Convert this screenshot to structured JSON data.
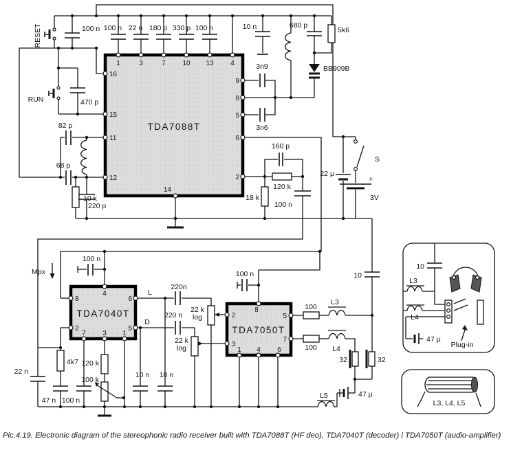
{
  "caption": "Pic.4.19. Electronic diagram of the stereophonic radio receiver built with TDA7088T (HF deo), TDA7040T (decoder) i TDA7050T (audio-amplifier)",
  "colors": {
    "wire": "#111111",
    "chip_fill": "#dcdcdc"
  },
  "chips": {
    "u1": {
      "name": "TDA7088T",
      "pins": {
        "t1": "1",
        "t3": "3",
        "t7": "7",
        "t10": "10",
        "t13": "13",
        "t4": "4",
        "l16": "16",
        "l15": "15",
        "l11": "11",
        "l12": "12",
        "r9": "9",
        "r8": "8",
        "r5": "5",
        "r6": "6",
        "r2": "2",
        "b14": "14"
      }
    },
    "u2": {
      "name": "TDA7040T",
      "pins": {
        "p4": "4",
        "p8": "8",
        "p2": "2",
        "p7": "7",
        "p3": "3",
        "p1": "1",
        "p6": "6",
        "p5": "5"
      }
    },
    "u3": {
      "name": "TDA7050T",
      "pins": {
        "p8": "8",
        "p2": "2",
        "p3": "3",
        "p1": "1",
        "p4": "4",
        "p6": "6",
        "p5": "5",
        "p7": "7"
      }
    }
  },
  "labels": {
    "reset_btn": "RESET",
    "run_btn": "RUN",
    "reset_cap": "100 n",
    "run_cap": "470 p",
    "c_pin1": "100 n",
    "c_pin3": "22 n",
    "c_pin7": "180 p",
    "c_pin10": "330 p",
    "c_pin13": "100 n",
    "c_osc": "10 n",
    "c_680": "680 p",
    "r_tune": "5k6",
    "varicap": "BB909B",
    "c_3n9": "3n9",
    "c_3n6": "3n6",
    "c_82": "82 p",
    "c_68": "68 p",
    "r_10k": "10 k",
    "c_220p": "220 p",
    "c_160": "160 p",
    "r_120k": "120 k",
    "r_18k": "18 k",
    "c_100n_af": "100 n",
    "c_22u": "22 µ",
    "sw": "S",
    "plus": "+",
    "batt": "3V",
    "mpx": "Mpx",
    "c_100n_dec": "100 n",
    "out_l": "L",
    "out_d": "D",
    "c_220n_l": "220n",
    "c_220n_d": "220 n",
    "pot1_a": "22 k",
    "pot1_b": "log",
    "pot2_a": "22 k",
    "pot2_b": "log",
    "r_4k7": "4k7",
    "c_22n": "22 n",
    "c_47n": "47 n",
    "c_100n_gnd": "100 n",
    "r_120k2": "120 k",
    "r_100k": "100 k",
    "c_10n_a": "10 n",
    "c_10n_b": "10 n",
    "c_100n_amp": "100 n",
    "r_100_l": "100",
    "r_100_r": "100",
    "l3": "L3",
    "l4": "L4",
    "l5": "L5",
    "c_10": "10",
    "spk1": "32",
    "spk2": "32",
    "c_47u": "47 µ",
    "box_c10": "10",
    "box_l3": "L3",
    "box_l4": "L4",
    "box_c47u": "47 µ",
    "plug": "Plug-in",
    "ferrite": "L3, L4, L5"
  }
}
